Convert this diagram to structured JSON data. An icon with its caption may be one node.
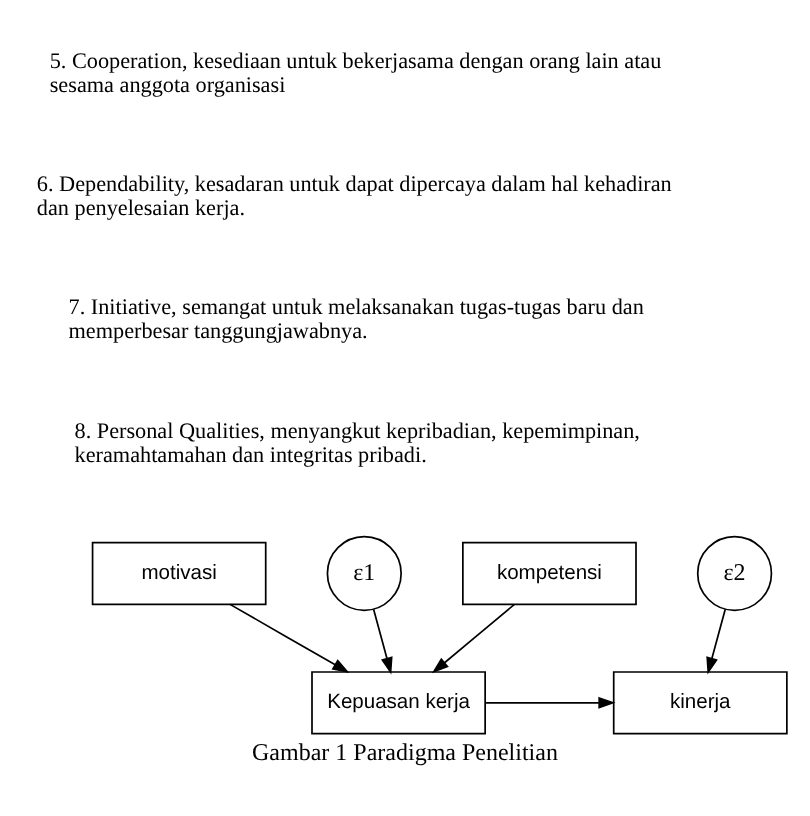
{
  "diagram": {
    "caption": "Gambar 1 Paradigma Penelitian",
    "nodes": [
      {
        "text": [
          "motivasi"
        ]
      },
      {
        "text": [
          "kompetensi"
        ]
      },
      {
        "text": [
          "Kepuasan kerja"
        ]
      },
      {
        "text": [
          "kinerja"
        ]
      },
      {
        "text": [
          "ε1"
        ]
      },
      {
        "text": [
          "ε2"
        ]
      }
    ],
    "edges": [
      {
        "from": 0,
        "to": 2,
        "arrow": "to"
      },
      {
        "from": 1,
        "to": 2,
        "arrow": "to"
      },
      {
        "from": 4,
        "to": 2,
        "arrow": "to"
      },
      {
        "from": 2,
        "to": 3,
        "arrow": "to"
      },
      {
        "from": 5,
        "to": 3,
        "arrow": "to"
      }
    ],
    "labels": [
      "5. Cooperation, kesediaan untuk bekerjasama dengan orang lain atau sesama anggota organisasi",
      "6. Dependability, kesadaran untuk dapat dipercaya dalam hal kehadiran dan penyelesaian kerja.",
      "7. Initiative, semangat untuk melaksanakan tugas-tugas baru dan memperbesar tanggungjawabnya.",
      "8. Personal Qualities, menyangkut kepribadian, kepemimpinan, keramahtamahan dan integritas pribadi."
    ]
  }
}
